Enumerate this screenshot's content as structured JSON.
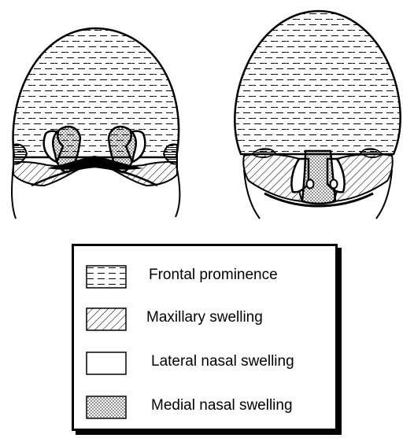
{
  "legend": {
    "items": [
      {
        "label": "Frontal prominence",
        "pattern": "horizontal-dashes"
      },
      {
        "label": "Maxillary swelling",
        "pattern": "diagonal-hatch"
      },
      {
        "label": "Lateral nasal swelling",
        "pattern": "blank"
      },
      {
        "label": "Medial nasal swelling",
        "pattern": "stipple"
      }
    ]
  },
  "colors": {
    "ink": "#000000",
    "paper": "#ffffff"
  }
}
